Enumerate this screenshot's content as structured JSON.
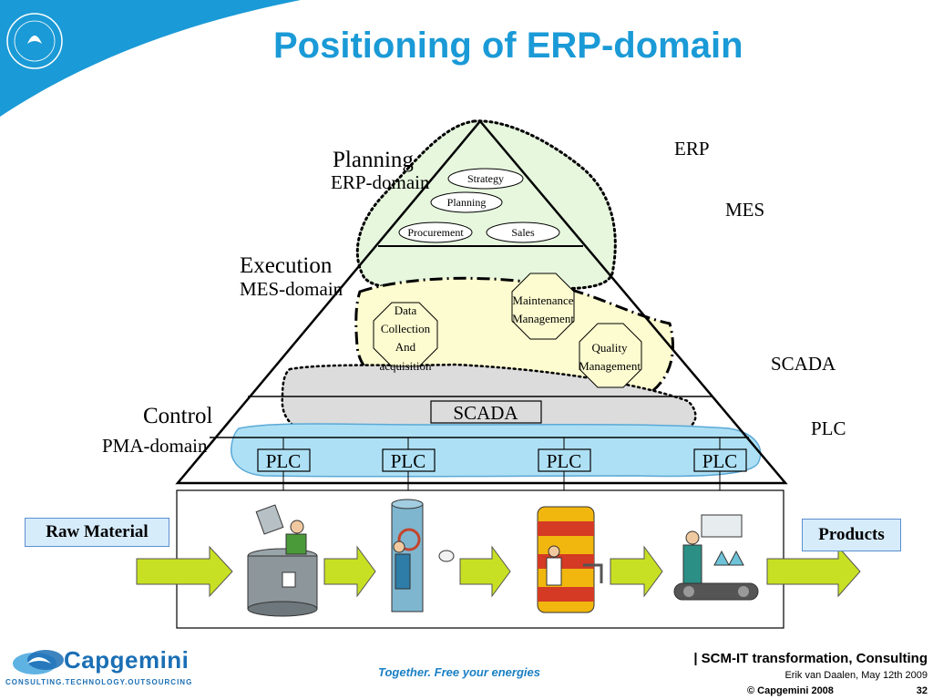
{
  "title": "Positioning of ERP-domain",
  "labels": {
    "planning": "Planning",
    "erp_domain": "ERP-domain",
    "execution": "Execution",
    "mes_domain": "MES-domain",
    "control": "Control",
    "pma_domain": "PMA-domain",
    "right_erp": "ERP",
    "right_mes": "MES",
    "right_scada": "SCADA",
    "right_plc": "PLC"
  },
  "planning_bubbles": [
    "Strategy",
    "Planning",
    "Procurement",
    "Sales"
  ],
  "mes_octagons": {
    "data_collection": [
      "Data",
      "Collection",
      "And",
      "acquisition"
    ],
    "maintenance": [
      "Maintenance",
      "Management"
    ],
    "quality": [
      "Quality",
      "Management"
    ]
  },
  "scada_box": "SCADA",
  "plc_boxes": [
    "PLC",
    "PLC",
    "PLC",
    "PLC"
  ],
  "raw_material": "Raw Material",
  "products": "Products",
  "footer": {
    "tagline": "Together. Free your energies",
    "title": "| SCM-IT transformation, Consulting",
    "author": "Erik van Daalen, May 12th 2009",
    "copyright": "© Capgemini 2008",
    "page": "32",
    "logo_name": "Capgemini",
    "logo_sub": "CONSULTING.TECHNOLOGY.OUTSOURCING"
  },
  "colors": {
    "title": "#1a9ad6",
    "erp_region": "#e6f7de",
    "mes_region": "#fdfcd0",
    "scada_band": "#dcdcdc",
    "plc_band": "#aee0f5",
    "arrow": "#c8e023"
  }
}
